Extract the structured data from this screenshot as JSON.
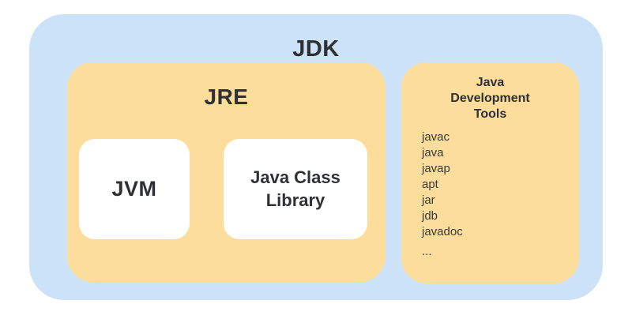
{
  "diagram": {
    "jdk": {
      "label": "JDK"
    },
    "jre": {
      "label": "JRE"
    },
    "jvm": {
      "label": "JVM"
    },
    "java_class_library": {
      "label": "Java Class Library"
    },
    "tools": {
      "title": "Java Development Tools",
      "items": [
        "javac",
        "java",
        "javap",
        "apt",
        "jar",
        "jdb",
        "javadoc",
        "..."
      ]
    },
    "colors": {
      "outer_box": "#cbe2f9",
      "inner_box": "#fcdd9b",
      "leaf_box": "#ffffff",
      "text": "#2e3033"
    }
  }
}
